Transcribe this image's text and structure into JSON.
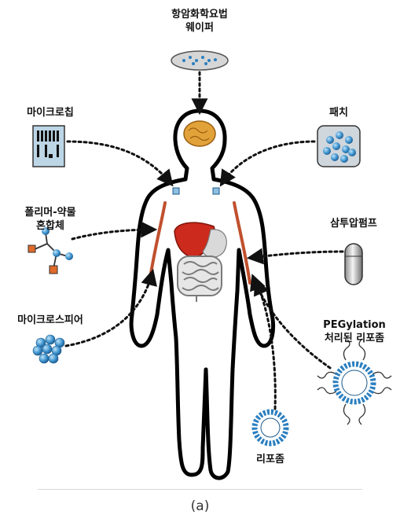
{
  "labels": {
    "chemo_wafer_line1": "항암화학요법",
    "chemo_wafer_line2": "웨이퍼",
    "microchip": "마이크로칩",
    "patch": "패치",
    "polymer_line1": "폴리머-약물",
    "polymer_line2": "혼합체",
    "osmotic_pump": "삼투압펌프",
    "microsphere": "마이크로스피어",
    "peg_line1": "PEGylation",
    "peg_line2": "처리된 리포좀",
    "liposome": "리포좀"
  },
  "caption": "(a)",
  "colors": {
    "brain": "#e2a23a",
    "liver": "#cc2a1c",
    "stomach": "#d9d9d9",
    "vessel": "#c0502e",
    "blue_sphere": "#2b7fc0",
    "orange_square": "#e06a2a"
  }
}
